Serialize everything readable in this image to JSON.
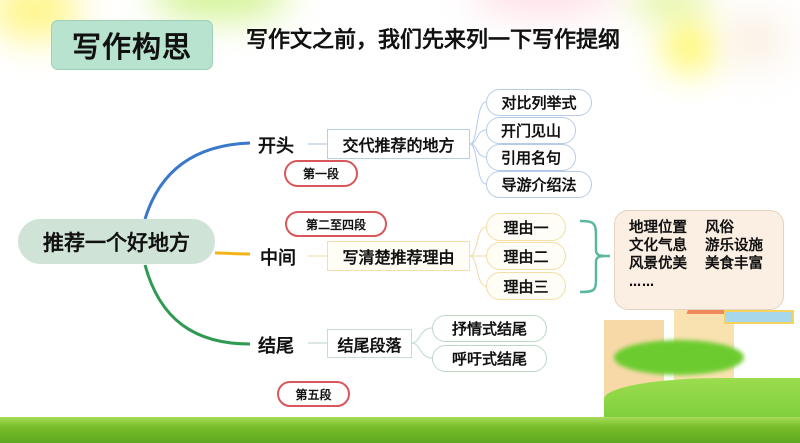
{
  "header": {
    "title": "写作构思",
    "subtitle": "写作文之前，我们先来列一下写作提纲"
  },
  "mindmap": {
    "root": "推荐一个好地方",
    "branches": [
      {
        "label": "开头",
        "color": "#3a78c9",
        "node": "交代推荐的地方",
        "tag": "第一段",
        "children": [
          "对比列举式",
          "开门见山",
          "引用名句",
          "导游介绍法"
        ]
      },
      {
        "label": "中间",
        "color": "#f2b418",
        "node": "写清楚推荐理由",
        "tag": "第二至四段",
        "children": [
          "理由一",
          "理由二",
          "理由三"
        ]
      },
      {
        "label": "结尾",
        "color": "#2f9a52",
        "node": "结尾段落",
        "tag": "第五段",
        "children": [
          "抒情式结尾",
          "呼吁式结尾"
        ]
      }
    ],
    "reasons_note": {
      "rows": [
        [
          "地理位置",
          "风俗"
        ],
        [
          "文化气息",
          "游乐设施"
        ],
        [
          "风景优美",
          "美食丰富"
        ]
      ],
      "ellipsis": "……"
    }
  },
  "colors": {
    "title_bg": "#b8e4cf",
    "root_bg": "#cfe3d6",
    "tag_border": "#d9565a",
    "bracket": "#5ab8a0",
    "note_bg": "#fbeee2",
    "ground": "#6cc52e"
  }
}
